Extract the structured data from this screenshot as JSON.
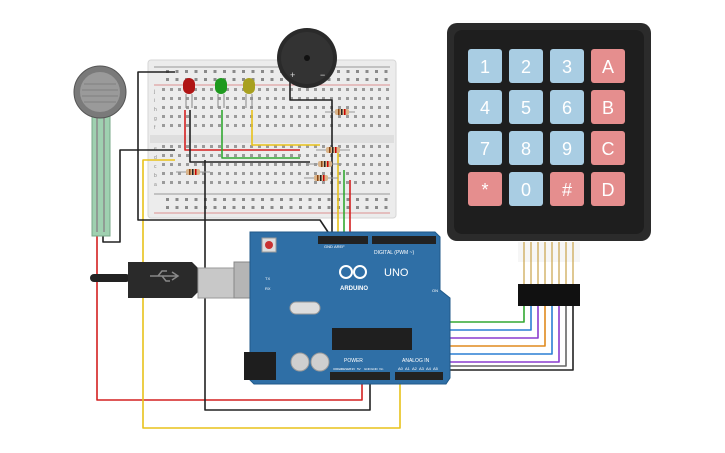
{
  "keypad": {
    "keys": [
      {
        "label": "1",
        "kind": "digit"
      },
      {
        "label": "2",
        "kind": "digit"
      },
      {
        "label": "3",
        "kind": "digit"
      },
      {
        "label": "A",
        "kind": "letter"
      },
      {
        "label": "4",
        "kind": "digit"
      },
      {
        "label": "5",
        "kind": "digit"
      },
      {
        "label": "6",
        "kind": "digit"
      },
      {
        "label": "B",
        "kind": "letter"
      },
      {
        "label": "7",
        "kind": "digit"
      },
      {
        "label": "8",
        "kind": "digit"
      },
      {
        "label": "9",
        "kind": "digit"
      },
      {
        "label": "C",
        "kind": "letter"
      },
      {
        "label": "*",
        "kind": "symbol"
      },
      {
        "label": "0",
        "kind": "digit"
      },
      {
        "label": "#",
        "kind": "symbol"
      },
      {
        "label": "D",
        "kind": "letter"
      }
    ]
  },
  "arduino": {
    "logo_text": "ARDUINO",
    "model": "UNO",
    "digital_header": "DIGITAL (PWM ~)",
    "power_label": "POWER",
    "analog_label": "ANALOG IN",
    "aref": "AREF",
    "gnd": "GND",
    "tx": "TX",
    "rx": "RX",
    "on": "ON",
    "power_pins": [
      "IOREF",
      "RESET",
      "3.3V",
      "5V",
      "GND",
      "GND",
      "Vin"
    ],
    "analog_pins": [
      "A0",
      "A1",
      "A2",
      "A3",
      "A4",
      "A5"
    ]
  },
  "buzzer": {
    "plus": "+",
    "minus": "−"
  },
  "breadboard": {
    "row_letters_top": [
      "j",
      "i",
      "h",
      "g",
      "f"
    ],
    "row_letters_bottom": [
      "e",
      "d",
      "c",
      "b",
      "a"
    ]
  },
  "colors": {
    "board": "#2f6fa6",
    "keypad_body": "#2b2b2b",
    "key_blue": "#a9cde3",
    "key_red": "#e58e8e",
    "wire_red": "#d42020",
    "wire_yellow": "#e8c21a",
    "wire_green": "#32a832",
    "wire_black": "#222222",
    "wire_purple": "#8a3ccf",
    "wire_orange": "#e08a1e",
    "wire_blue": "#2a7fd4"
  }
}
